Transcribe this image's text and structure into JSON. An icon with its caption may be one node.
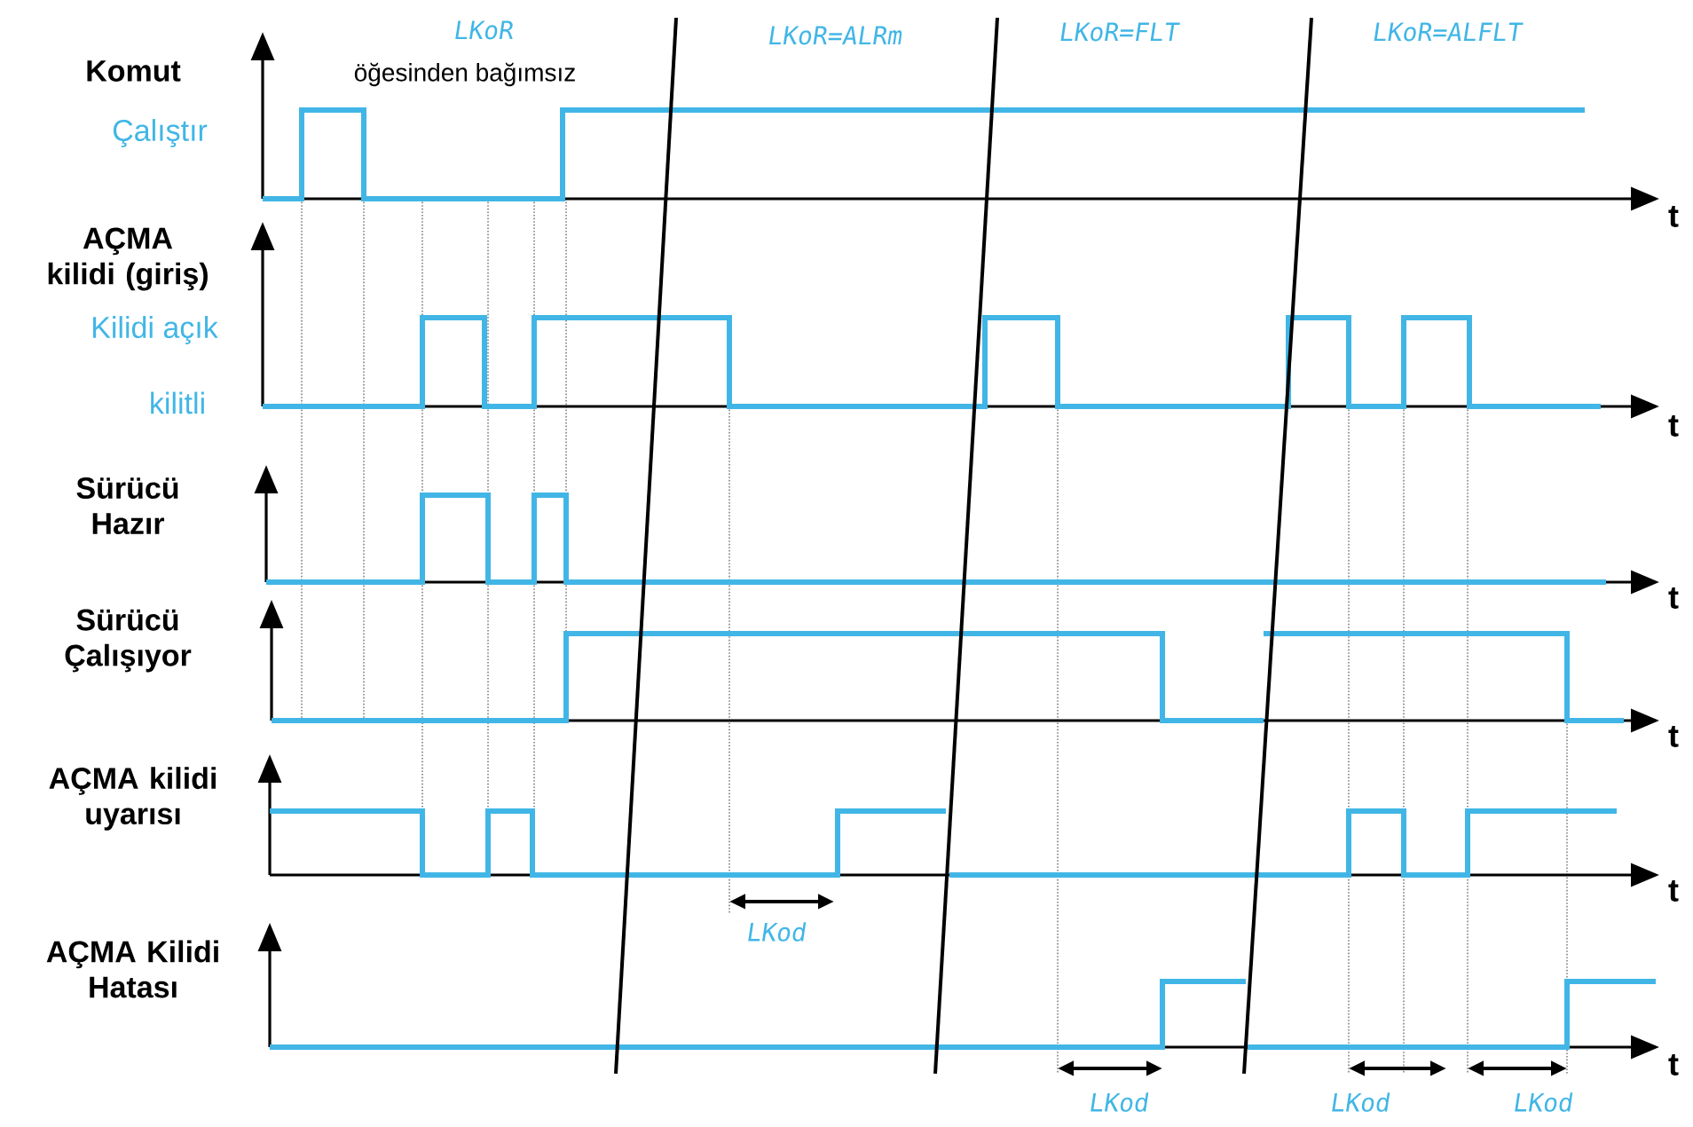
{
  "diagram": {
    "labels": [
      "LKoR",
      "öğesinden bağımsız",
      "LKoR=ALRm",
      "LKoR=FLT",
      "LKoR=ALFLT",
      "Komut",
      "Çalıştır",
      "t",
      "AÇMA kilidi (giriş)",
      "Kilidi açık",
      "kilitli",
      "t",
      "Sürücü Hazır",
      "t",
      "Sürücü Çalışıyor",
      "t",
      "AÇMA kilidi uyarısı",
      "t",
      "LKod",
      "AÇMA Kilidi Hatası",
      "t",
      "LKod",
      "LKod",
      "LKod"
    ]
  }
}
